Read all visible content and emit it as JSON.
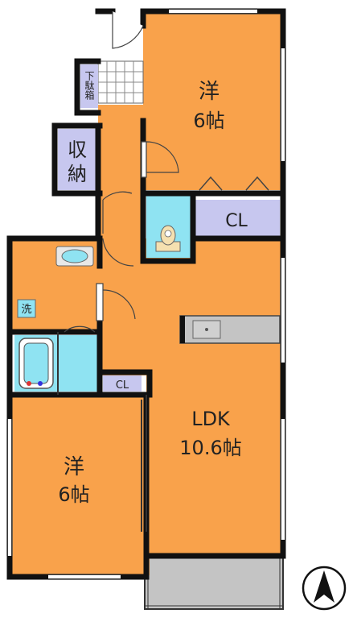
{
  "rooms": {
    "western_north": {
      "kind": "洋",
      "size": "6帖"
    },
    "western_south": {
      "kind": "洋",
      "size": "6帖"
    },
    "ldk": {
      "name": "LDK",
      "size": "10.6帖"
    }
  },
  "labels": {
    "closet_north": "CL",
    "closet_south": "CL",
    "storage": "収納",
    "shoe_storage": "下駄箱",
    "washer": "洗"
  },
  "colors": {
    "room": "#f9a24b",
    "wall": "#111111",
    "closet": "#c7c7ef",
    "wet_area": "#8fe3f2",
    "balcony": "#c4c4c4",
    "entrance_tile": "#ffffff"
  },
  "icons": {
    "north": "north-arrow-icon",
    "toilet": "toilet-icon",
    "sink": "wash-basin-icon",
    "bathtub": "bathtub-icon",
    "kitchen": "kitchen-sink-icon"
  }
}
